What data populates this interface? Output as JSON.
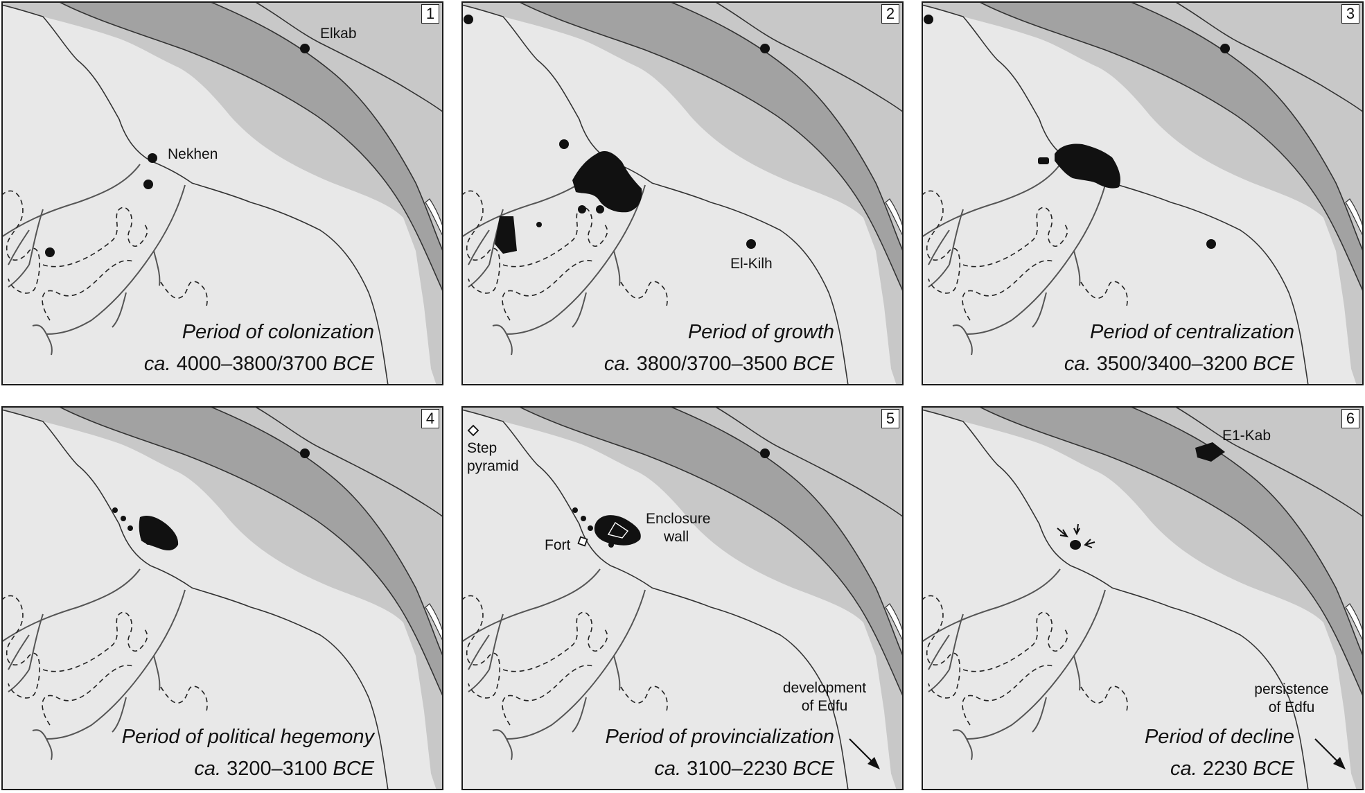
{
  "panels": [
    {
      "number": "1",
      "caption": {
        "title": "Period of colonization",
        "ca": "ca.",
        "range": "4000–3800/3700",
        "era": "BCE"
      },
      "labels": {
        "elkab": "Elkab",
        "nekhen": "Nekhen"
      }
    },
    {
      "number": "2",
      "caption": {
        "title": "Period of growth",
        "ca": "ca.",
        "range": "3800/3700–3500",
        "era": "BCE"
      },
      "labels": {
        "elkilh": "El-Kilh"
      }
    },
    {
      "number": "3",
      "caption": {
        "title": "Period of centralization",
        "ca": "ca.",
        "range": "3500/3400–3200",
        "era": "BCE"
      },
      "labels": {}
    },
    {
      "number": "4",
      "caption": {
        "title": "Period of political hegemony",
        "ca": "ca.",
        "range": "3200–3100",
        "era": "BCE"
      },
      "labels": {}
    },
    {
      "number": "5",
      "caption": {
        "title": "Period of provincialization",
        "ca": "ca.",
        "range": "3100–2230",
        "era": "BCE"
      },
      "labels": {
        "step_line1": "Step",
        "step_line2": "pyramid",
        "fort": "Fort",
        "enclosure_line1": "Enclosure",
        "enclosure_line2": "wall",
        "dev_line1": "development",
        "dev_line2": "of Edfu"
      }
    },
    {
      "number": "6",
      "caption": {
        "title": "Period of decline",
        "ca": "ca.",
        "range": "2230",
        "era": "BCE"
      },
      "labels": {
        "elkab": "E1-Kab",
        "pers_line1": "persistence",
        "pers_line2": "of Edfu"
      }
    }
  ],
  "colors": {
    "desert": "#e8e8e8",
    "floodplain": "#c8c8c8",
    "nile": "#a2a2a2",
    "wadi_line": "#555555",
    "settlement": "#111111"
  }
}
